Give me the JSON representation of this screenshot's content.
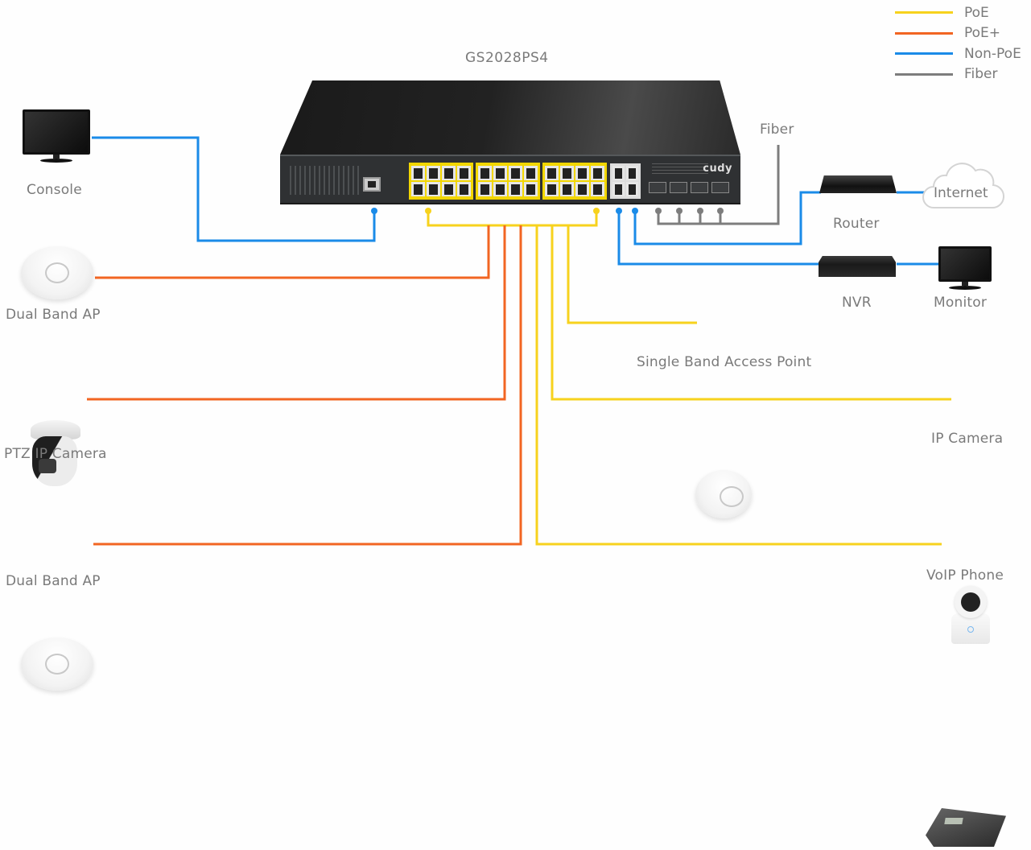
{
  "diagram": {
    "title": "GS2028PS4",
    "switch_brand": "cudy",
    "legend": [
      {
        "label": "PoE",
        "color": "#f7d21d"
      },
      {
        "label": "PoE+",
        "color": "#f26522"
      },
      {
        "label": "Non-PoE",
        "color": "#1a8be8"
      },
      {
        "label": "Fiber",
        "color": "#7d7d7d"
      }
    ],
    "fiber_label": "Fiber",
    "devices": {
      "console": "Console",
      "dual_band_ap_1": "Dual Band AP",
      "ptz_ip_camera": "PTZ IP Camera",
      "dual_band_ap_2": "Dual Band AP",
      "router": "Router",
      "internet": "Internet",
      "nvr": "NVR",
      "monitor": "Monitor",
      "single_band_ap": "Single Band Access Point",
      "ip_camera": "IP Camera",
      "voip_phone": "VoIP Phone"
    },
    "connections": [
      {
        "from": "switch-console-port",
        "to": "Console",
        "type": "Non-PoE"
      },
      {
        "from": "switch-poe-ports",
        "to": "Dual Band AP",
        "type": "PoE+"
      },
      {
        "from": "switch-poe-ports",
        "to": "PTZ IP Camera",
        "type": "PoE+"
      },
      {
        "from": "switch-poe-ports",
        "to": "Dual Band AP",
        "type": "PoE+"
      },
      {
        "from": "switch-poe-ports",
        "to": "Single Band Access Point",
        "type": "PoE"
      },
      {
        "from": "switch-poe-ports",
        "to": "IP Camera",
        "type": "PoE"
      },
      {
        "from": "switch-poe-ports",
        "to": "VoIP Phone",
        "type": "PoE"
      },
      {
        "from": "switch-uplink-port-1",
        "to": "NVR",
        "type": "Non-PoE"
      },
      {
        "from": "switch-uplink-port-2",
        "to": "Router",
        "type": "Non-PoE"
      },
      {
        "from": "switch-sfp-ports",
        "to": "Fiber",
        "type": "Fiber"
      },
      {
        "from": "Router",
        "to": "Internet",
        "type": "Non-PoE"
      },
      {
        "from": "NVR",
        "to": "Monitor",
        "type": "Non-PoE"
      }
    ]
  }
}
